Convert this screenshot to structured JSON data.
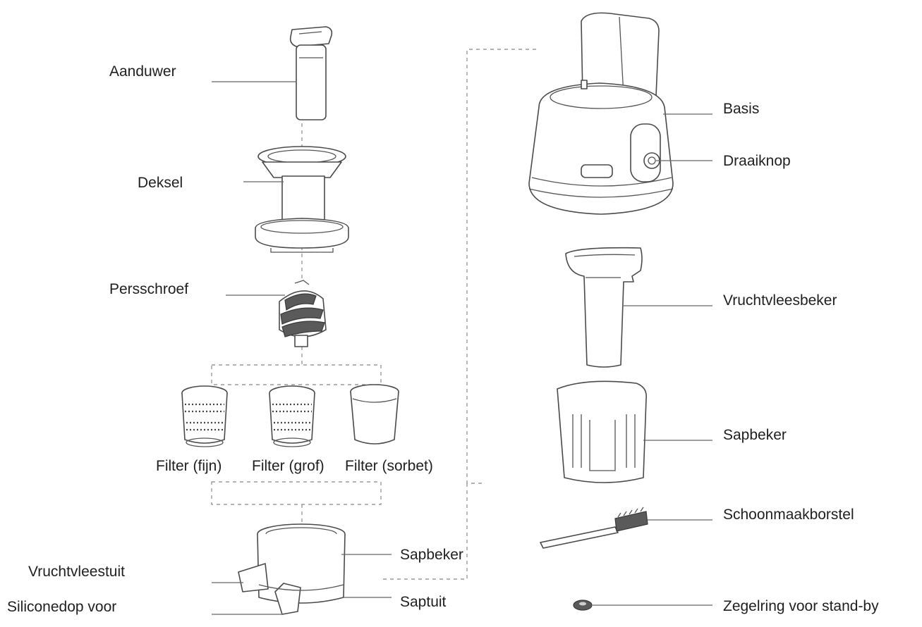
{
  "labels": {
    "aanduwer": "Aanduwer",
    "deksel": "Deksel",
    "persschroef": "Persschroef",
    "filter_fijn": "Filter (fijn)",
    "filter_grof": "Filter (grof)",
    "filter_sorbet": "Filter (sorbet)",
    "vruchtvleestuit": "Vruchtvleestuit",
    "siliconedop": "Siliconedop voor",
    "sapbeker_chamber": "Sapbeker",
    "saptuit": "Saptuit",
    "basis": "Basis",
    "draaiknop": "Draaiknop",
    "vruchtvleesbeker": "Vruchtvleesbeker",
    "sapbeker": "Sapbeker",
    "schoonmaakborstel": "Schoonmaakborstel",
    "zegelring": "Zegelring voor stand-by"
  },
  "icons": [
    "pusher-icon",
    "lid-icon",
    "auger-icon",
    "fine-filter-icon",
    "coarse-filter-icon",
    "sorbet-filter-icon",
    "juicing-chamber-icon",
    "motor-base-icon",
    "pulp-cup-icon",
    "juice-cup-icon",
    "cleaning-brush-icon",
    "seal-ring-icon"
  ],
  "colors": {
    "line": "#4a4a4a",
    "text": "#1f1f1f",
    "dashed_guide": "#9a9a9a"
  }
}
